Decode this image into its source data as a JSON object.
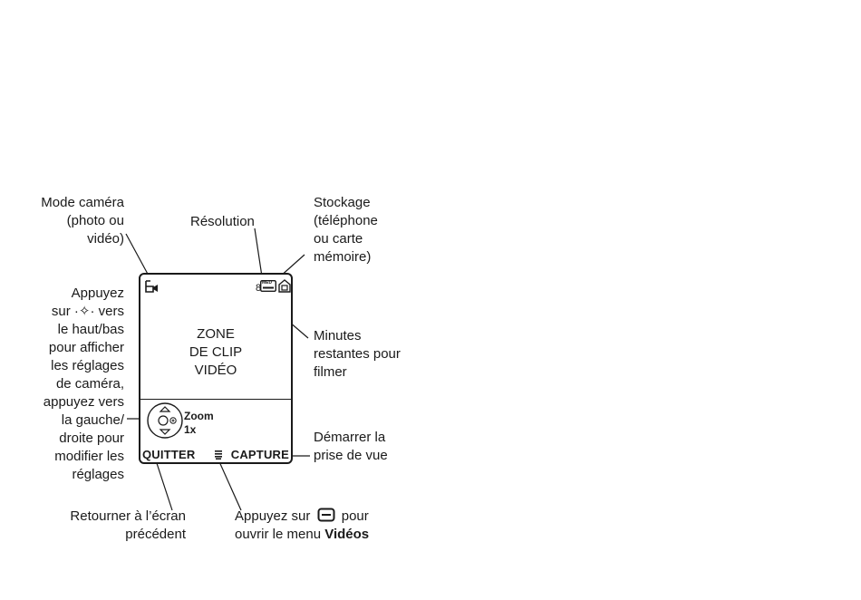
{
  "labels": {
    "camera_mode": [
      "Mode caméra",
      "(photo ou",
      "vidéo)"
    ],
    "resolution": [
      "Résolution"
    ],
    "storage": [
      "Stockage",
      "(téléphone",
      "ou carte",
      "mémoire)"
    ],
    "press_nav": [
      "Appuyez",
      "sur ·✧· vers",
      "le haut/bas",
      "pour afficher",
      "les réglages",
      "de caméra,",
      "appuyez vers",
      "la gauche/",
      "droite pour",
      "modifier les",
      "réglages"
    ],
    "minutes": [
      "Minutes",
      "restantes pour",
      "filmer"
    ],
    "start": [
      "Démarrer la",
      "prise de vue"
    ],
    "return": [
      "Retourner à l’écran",
      "précédent"
    ],
    "menu_line1_a": "Appuyez sur",
    "menu_line1_b": "pour",
    "menu_line2_a": "ouvrir le menu",
    "menu_line2_b": "Vidéos"
  },
  "screen": {
    "zone": [
      "ZONE",
      "DE CLIP",
      "VIDÉO"
    ],
    "minutes_value": "8",
    "zoom_label": "Zoom",
    "zoom_value": "1x",
    "left_soft": "QUITTER",
    "right_soft": "CAPTURE",
    "res_badge": "MED"
  },
  "icons": [
    "video-camera-icon",
    "resolution-icon",
    "storage-icon",
    "nav-key-icon",
    "menu-icon",
    "menu-key-icon"
  ]
}
